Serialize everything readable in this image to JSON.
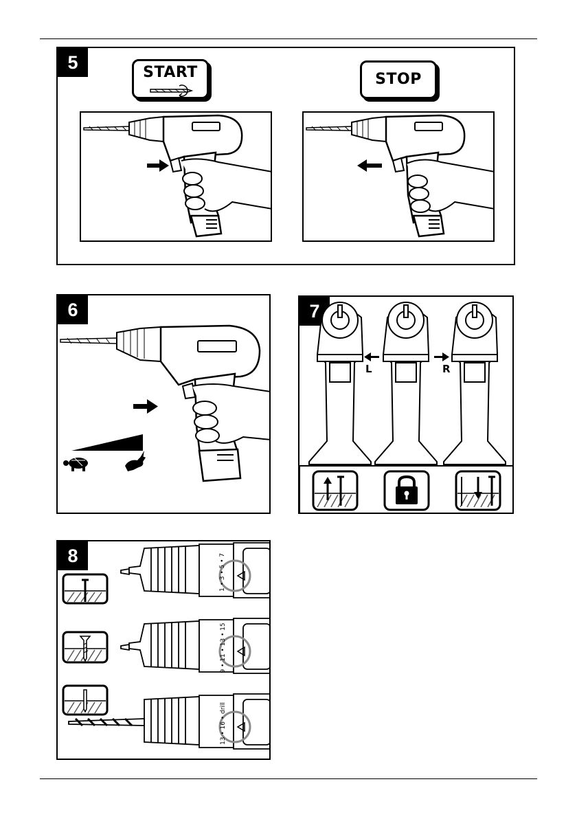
{
  "panels": {
    "p5": {
      "number": "5",
      "start_label": "START",
      "stop_label": "STOP"
    },
    "p6": {
      "number": "6"
    },
    "p7": {
      "number": "7",
      "left_label": "L",
      "right_label": "R"
    },
    "p8": {
      "number": "8",
      "dial_top": "3",
      "dial_mid": "13",
      "dial_bot": "drill",
      "dial_top_scale": "1 • 3 • 5 • 7",
      "dial_mid_scale": "9 • 11 • 13 • 15",
      "dial_bot_scale": "13 • 16 • drill"
    }
  },
  "icons": {
    "turtle": "turtle-icon",
    "rabbit": "rabbit-icon",
    "lock": "padlock-icon",
    "arrow_right": "arrow-right-icon",
    "arrow_left": "arrow-left-icon",
    "screw_out": "screw-loosen-icon",
    "screw_in": "screw-tighten-icon"
  },
  "colors": {
    "ink": "#000000",
    "paper": "#ffffff",
    "dial_ring": "#8a8a8a",
    "hatch": "#555555"
  }
}
